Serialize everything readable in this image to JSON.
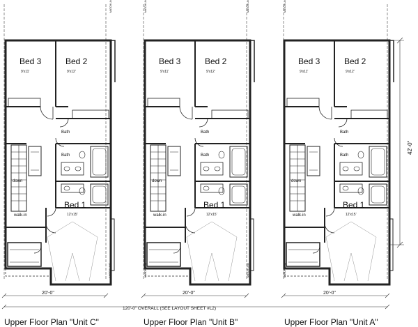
{
  "units": [
    {
      "id": "c",
      "caption": "Upper Floor Plan \"Unit C\"",
      "bed3": {
        "label": "Bed 3",
        "dim": "9'x11'"
      },
      "bed2": {
        "label": "Bed 2",
        "dim": "9'x12'"
      },
      "bed1": {
        "label": "Bed 1",
        "dim": "12'x15'"
      },
      "bath_top": "Bath",
      "bath_bottom": "Bath",
      "down": "down",
      "walkin": "walk-in",
      "width_dim": "20'-0\""
    },
    {
      "id": "b",
      "caption": "Upper Floor Plan \"Unit B\"",
      "bed3": {
        "label": "Bed 3",
        "dim": "9'x11'"
      },
      "bed2": {
        "label": "Bed 2",
        "dim": "9'x12'"
      },
      "bed1": {
        "label": "Bed 1",
        "dim": "12'x15'"
      },
      "bath_top": "Bath",
      "bath_bottom": "Bath",
      "down": "down",
      "walkin": "walk-in",
      "width_dim": "20'-0\""
    },
    {
      "id": "a",
      "caption": "Upper Floor Plan \"Unit A\"",
      "bed3": {
        "label": "Bed 3",
        "dim": "9'x11'"
      },
      "bed2": {
        "label": "Bed 2",
        "dim": "9'x12'"
      },
      "bed1": {
        "label": "Bed 1",
        "dim": "12'x15'"
      },
      "bath_top": "Bath",
      "bath_bottom": "Bath",
      "down": "down",
      "walkin": "walk-in",
      "width_dim": "20'-0\""
    }
  ],
  "match_line": "MATCH LINE",
  "overall_dim": "120'-0\" OVERALL (SEE LAYOUT SHEET #L2)",
  "depth_dim": "42'-0\""
}
